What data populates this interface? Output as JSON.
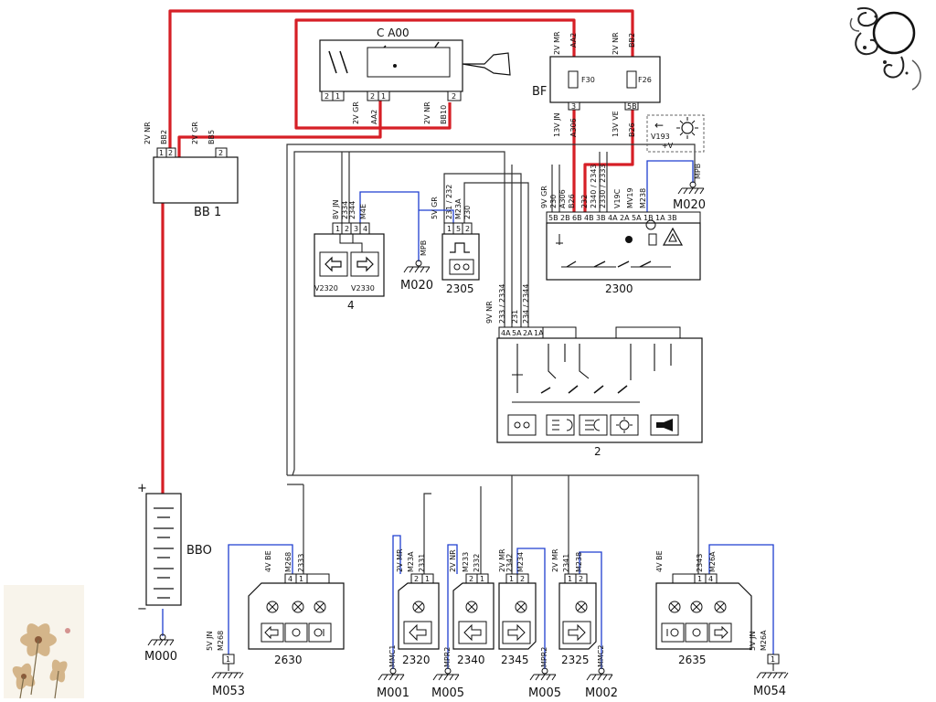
{
  "components": {
    "ignition_switch": {
      "id": "C A00",
      "pins": [
        "2",
        "1",
        "2",
        "1",
        "2"
      ],
      "wire_a": "2V GR",
      "wire_a_id": "AA2",
      "wire_b": "2V NR",
      "wire_b_id": "BB10"
    },
    "fusebox": {
      "id": "BF",
      "fuses": [
        "F30",
        "F26"
      ],
      "wire_in_a": "2V MR",
      "wire_in_a_id": "AA2",
      "wire_in_b": "2V NR",
      "wire_in_b_id": "BB2",
      "pin_a": "3",
      "pin_b": "5B",
      "wire_out_a": "13V JN",
      "wire_out_a_id": "A306",
      "wire_out_b": "13V VE",
      "wire_out_b_id": "B26"
    },
    "junction_bb1": {
      "id": "BB 1",
      "wire_a": "2V NR",
      "wire_a_id": "BB2",
      "wire_b": "2V GR",
      "wire_b_id": "BB5",
      "pins": [
        "1",
        "2",
        "2"
      ]
    },
    "lamp_v193": {
      "id": "V193",
      "supply": "+V",
      "arrow": "←"
    },
    "switch_4": {
      "id": "4",
      "connector": "8V JN",
      "wires": [
        "2334",
        "2344",
        "M4E"
      ],
      "pins": [
        "1",
        "2",
        "3",
        "4"
      ],
      "left": "V2320",
      "right": "V2330"
    },
    "switch_2305": {
      "id": "2305",
      "connector": "5V GR",
      "wires": [
        "231 / 232",
        "M23A",
        "230"
      ],
      "pins": [
        "1",
        "5",
        "2"
      ]
    },
    "unit_2300": {
      "id": "2300",
      "connector": "9V GR",
      "wires": [
        "230",
        "A306",
        "B26",
        "232",
        "2340 / 2343",
        "2330 / 2333",
        "V19C",
        "MV19",
        "M238"
      ],
      "pins": [
        "5B",
        "2B",
        "6B",
        "4B",
        "3B",
        "4A",
        "2A",
        "5A",
        "1B",
        "1A",
        "3B"
      ]
    },
    "switch_panel_2": {
      "id": "2",
      "connector": "9V NR",
      "wires": [
        "233 / 2334",
        "231",
        "234 / 2344"
      ],
      "pins": [
        "4A",
        "5A",
        "2A",
        "1A"
      ]
    },
    "battery": {
      "id": "BBO",
      "plus": "+",
      "minus": "−"
    },
    "lamp_2630": {
      "id": "2630",
      "connector": "4V BE",
      "wires": [
        "M268",
        "2333"
      ],
      "pins": [
        "4",
        "1"
      ]
    },
    "lamp_2320": {
      "id": "2320",
      "connector": "2V MR",
      "wires": [
        "M23A",
        "2331"
      ],
      "pins": [
        "2",
        "1"
      ]
    },
    "lamp_2340": {
      "id": "2340",
      "connector": "2V NR",
      "wires": [
        "M233",
        "2332"
      ],
      "pins": [
        "2",
        "1"
      ]
    },
    "lamp_2345": {
      "id": "2345",
      "connector": "2V MR",
      "wires": [
        "2342",
        "M234"
      ],
      "pins": [
        "1",
        "2"
      ]
    },
    "lamp_2325": {
      "id": "2325",
      "connector": "2V MR",
      "wires": [
        "2341",
        "M238"
      ],
      "pins": [
        "1",
        "2"
      ]
    },
    "lamp_2635": {
      "id": "2635",
      "connector": "4V BE",
      "wires": [
        "2343",
        "M26A"
      ],
      "pins": [
        "1",
        "4"
      ]
    }
  },
  "grounds": {
    "m000": "M000",
    "m020_top": "M020",
    "m020_mid": "M020",
    "m053": "M053",
    "m001": "M001",
    "m005_a": "M005",
    "m005_b": "M005",
    "m002": "M002",
    "m054": "M054",
    "mpb_a": "MPB",
    "mpb_b": "MPB",
    "mmc1": "MMC1",
    "mpr2_a": "MPR2",
    "mpr2_b": "MPR2",
    "mmc2": "MMC2",
    "left_wire": "5V JN",
    "left_wire_id": "M268",
    "right_wire": "5V JN",
    "right_wire_id": "M26A",
    "left_pin": "1",
    "right_pin": "1"
  },
  "colors": {
    "power_wire": "#d61f26",
    "ground_wire": "#1f3fd0",
    "signal_wire": "#333333"
  },
  "decor": {
    "top_right": "swirl-ornament",
    "bottom_left": "flower-ornament"
  }
}
